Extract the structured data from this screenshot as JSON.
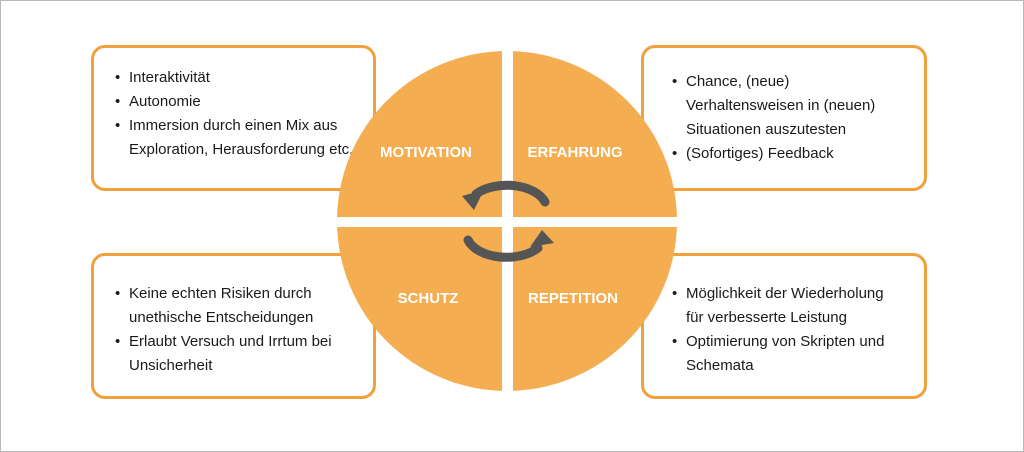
{
  "colors": {
    "accent": "#f0a03c",
    "circle": "#f4ad50",
    "arrow": "#555555"
  },
  "quadrants": {
    "motivation": "MOTIVATION",
    "erfahrung": "ERFAHRUNG",
    "schutz": "SCHUTZ",
    "repetition": "REPETITION"
  },
  "boxes": {
    "top_left": {
      "items": [
        "Interaktivität",
        "Autonomie",
        "Immersion durch einen Mix aus",
        "Exploration, Herausforderung etc."
      ]
    },
    "top_right": {
      "items": [
        "Chance, (neue)",
        "Verhaltensweisen in (neuen)",
        "Situationen auszutesten",
        "(Sofortiges) Feedback"
      ]
    },
    "bottom_left": {
      "items": [
        "Keine echten Risiken durch",
        "unethische Entscheidungen",
        "Erlaubt Versuch und Irrtum bei",
        "Unsicherheit"
      ]
    },
    "bottom_right": {
      "items": [
        "Möglichkeit der Wiederholung",
        "für verbesserte Leistung",
        "Optimierung von Skripten und",
        "Schemata"
      ]
    }
  }
}
